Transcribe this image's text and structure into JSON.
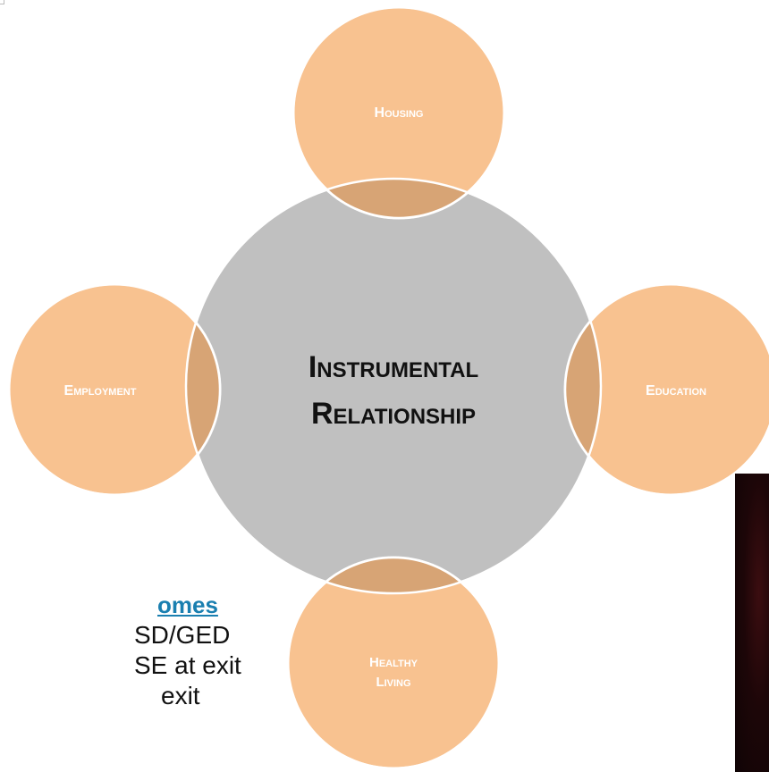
{
  "diagram": {
    "center": {
      "line1": "Instrumental",
      "line2": "Relationship"
    },
    "satellites": {
      "top": "Housing",
      "right": "Education",
      "bottom_line1": "Healthy",
      "bottom_line2": "Living",
      "left": "Employment"
    },
    "colors": {
      "center_fill": "#c0c0c0",
      "satellite_fill": "#f8c290",
      "overlap_fill": "#d7a475",
      "outline": "#ffffff",
      "label_text": "#ffffff",
      "center_text": "#111111"
    }
  },
  "outcomes": {
    "title": "omes",
    "lines": [
      "SD/GED",
      "SE at exit",
      "exit"
    ],
    "title_color": "#1a7fb0"
  }
}
